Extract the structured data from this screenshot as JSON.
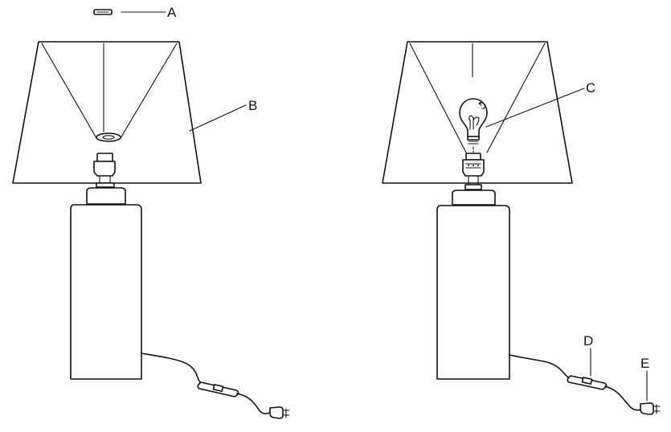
{
  "labels": {
    "a": "A",
    "b": "B",
    "c": "C",
    "d": "D",
    "e": "E"
  },
  "colors": {
    "line": "#111111",
    "background": "#ffffff"
  }
}
